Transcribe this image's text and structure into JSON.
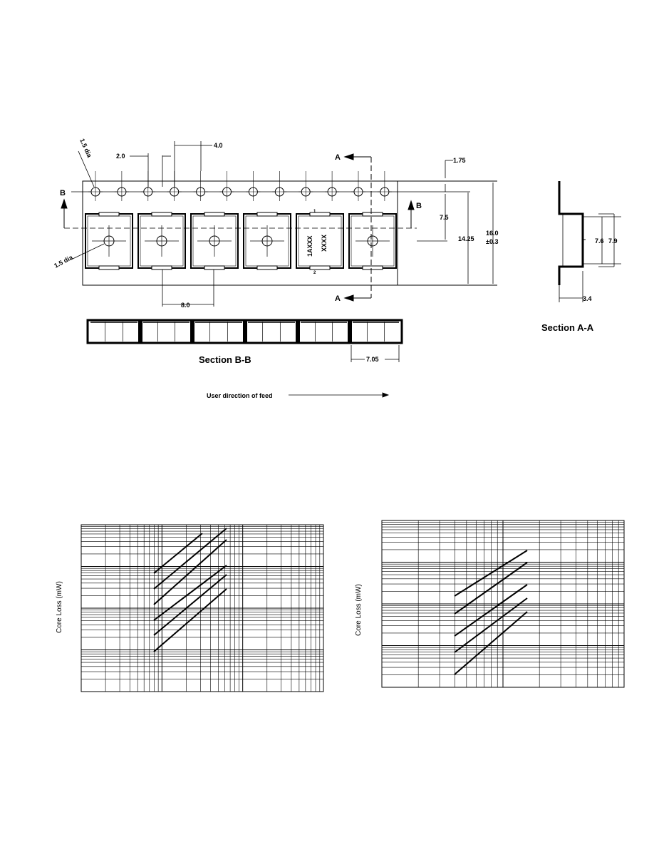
{
  "tape": {
    "dims": {
      "hole_dia": "1.5 dia",
      "hole_pitch": "2.0",
      "pocket_pitch_small": "4.0",
      "edge": "1.75",
      "hole_to_center": "7.5",
      "hole_to_bottom": "14.25",
      "width": "16.0",
      "width_tol": "±0.3",
      "center_hole": "1.5 dia",
      "pocket_pitch": "8.0",
      "cavity": "7.05"
    },
    "section_marks": {
      "a": "A",
      "b": "B"
    },
    "part_marking": {
      "line1": "1AXXX",
      "line2": "XXXX",
      "pin1": "1",
      "pin2": "2"
    },
    "labels": {
      "section_bb": "Section B-B",
      "section_aa": "Section A-A",
      "feed": "User direction of feed"
    },
    "section_aa_dims": {
      "h1": "7.6",
      "h2": "7.9",
      "depth": "3.4"
    }
  },
  "charts": [
    {
      "ylabel": "Core Loss (mW)"
    },
    {
      "ylabel": "Core Loss (mW)"
    }
  ],
  "colors": {
    "ink": "#000000",
    "paper": "#ffffff"
  }
}
